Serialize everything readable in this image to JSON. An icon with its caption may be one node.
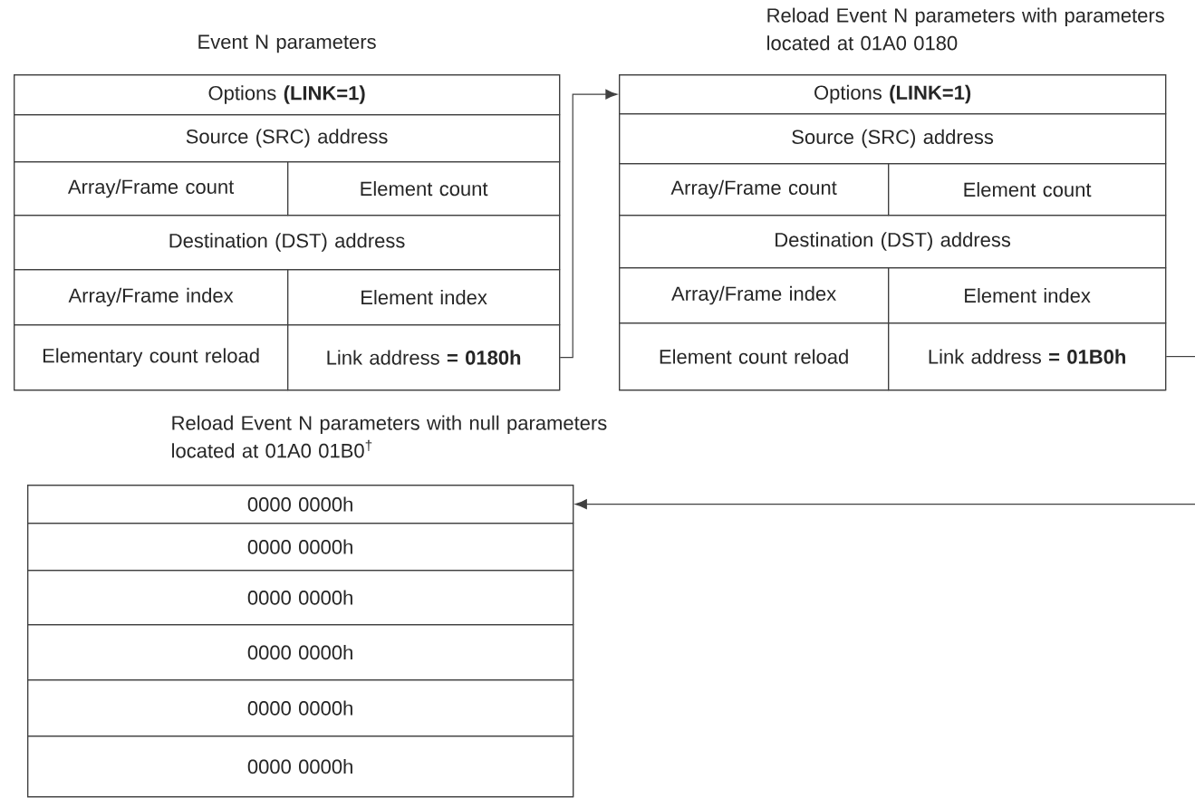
{
  "diagram": {
    "nodes": [
      {
        "text": [
          "Event N parameters"
        ]
      },
      {
        "text": [
          "Options **(LINK=1)**"
        ],
        "in": 0
      },
      {
        "text": [
          "Source (SRC) address"
        ],
        "in": 0
      },
      {
        "text": [
          "Array/Frame count"
        ],
        "in": 0
      },
      {
        "text": [
          "Element count"
        ],
        "in": 0
      },
      {
        "text": [
          "Destination (DST) address"
        ],
        "in": 0
      },
      {
        "text": [
          "Array/Frame index"
        ],
        "in": 0
      },
      {
        "text": [
          "Element index"
        ],
        "in": 0
      },
      {
        "text": [
          "Elementary count reload"
        ],
        "in": 0
      },
      {
        "text": [
          "Link address **= 0180h**"
        ],
        "in": 0
      },
      {
        "text": [
          "Reload Event N parameters with parameters located at 01A0 0180"
        ]
      },
      {
        "text": [
          "Options **(LINK=1)**"
        ],
        "in": 10
      },
      {
        "text": [
          "Source (SRC) address"
        ],
        "in": 10
      },
      {
        "text": [
          "Array/Frame count"
        ],
        "in": 10
      },
      {
        "text": [
          "Element count"
        ],
        "in": 10
      },
      {
        "text": [
          "Destination (DST) address"
        ],
        "in": 10
      },
      {
        "text": [
          "Array/Frame index"
        ],
        "in": 10
      },
      {
        "text": [
          "Element index"
        ],
        "in": 10
      },
      {
        "text": [
          "Element count reload"
        ],
        "in": 10
      },
      {
        "text": [
          "Link address **= 01B0h**"
        ],
        "in": 10
      },
      {
        "text": [
          "Reload Event N parameters with null parameters located at 01A0 01B0$^{†}$"
        ]
      },
      {
        "text": [
          "0000 0000h"
        ],
        "in": 20
      },
      {
        "text": [
          "0000 0000h"
        ],
        "in": 20
      },
      {
        "text": [
          "0000 0000h"
        ],
        "in": 20
      },
      {
        "text": [
          "0000 0000h"
        ],
        "in": 20
      },
      {
        "text": [
          "0000 0000h"
        ],
        "in": 20
      },
      {
        "text": [
          "0000 0000h"
        ],
        "in": 20
      }
    ],
    "edges": [
      {
        "from": 9,
        "to": 11,
        "arrow": "to"
      },
      {
        "from": 19,
        "to": null,
        "arrow": "none"
      },
      {
        "from": null,
        "to": 21,
        "arrow": "to"
      }
    ]
  }
}
